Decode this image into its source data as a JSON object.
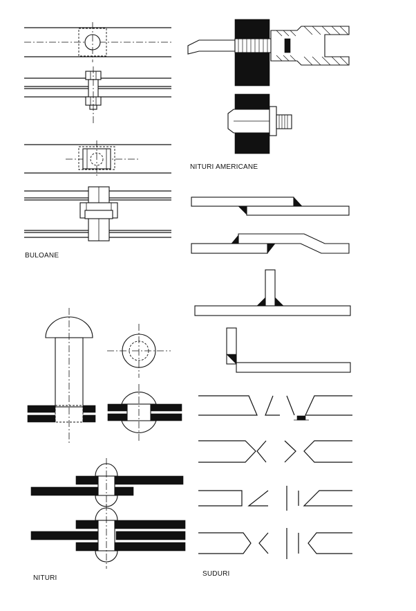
{
  "labels": {
    "buloane": "BULOANE",
    "nituri_americane": "NITURI AMERICANE",
    "nituri": "NITURI",
    "suduri": "SUDURI"
  }
}
